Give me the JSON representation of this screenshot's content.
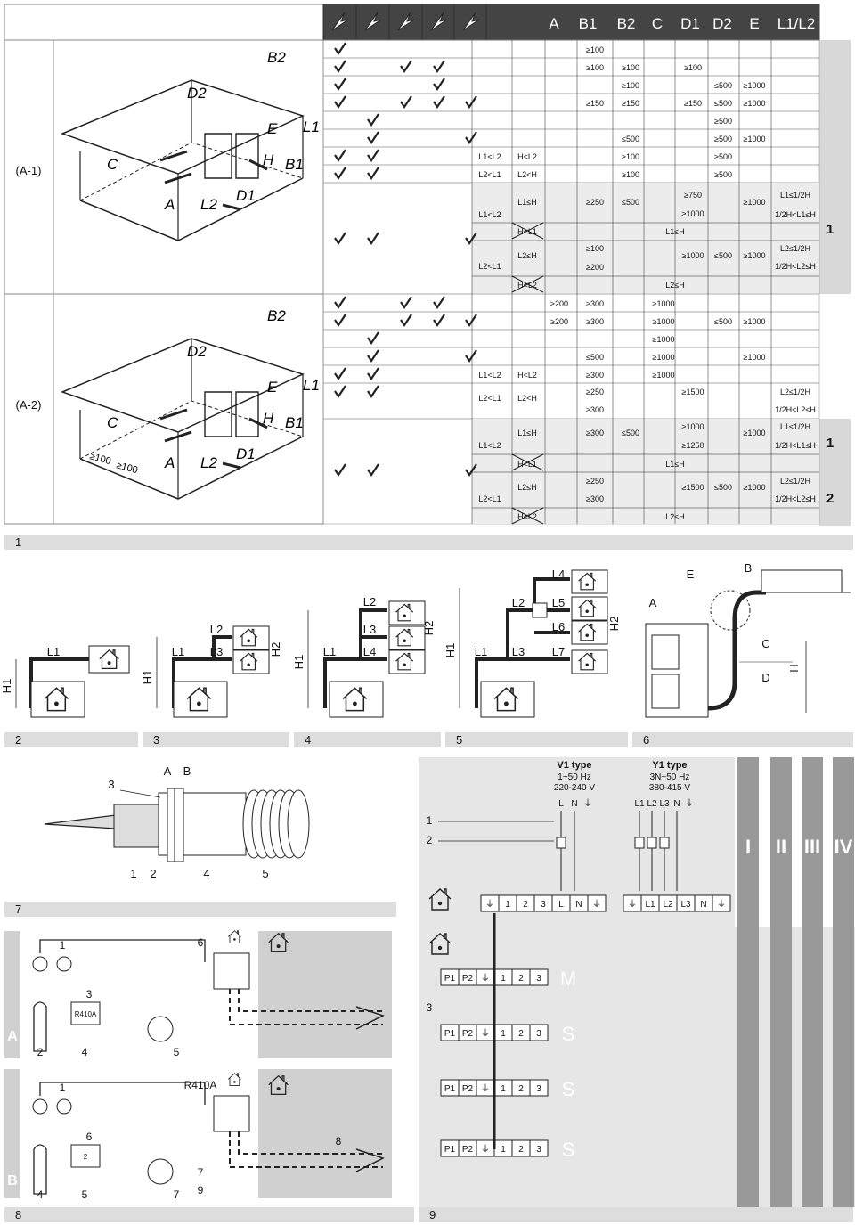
{
  "table": {
    "headers": [
      "A",
      "B1",
      "B2",
      "C",
      "D1",
      "D2",
      "E",
      "L1/L2"
    ],
    "side_tabs": [
      "1",
      "1",
      "2"
    ],
    "row_labels": [
      "(A-1)",
      "(A-2)"
    ],
    "a1_rows": [
      [
        "",
        "",
        "",
        "≥100",
        "",
        "",
        "",
        "",
        ""
      ],
      [
        "",
        "",
        "",
        "≥100",
        "≥100",
        "",
        "≥100",
        "",
        ""
      ],
      [
        "",
        "",
        "",
        "",
        "≥100",
        "",
        "",
        "≤500",
        "≥1000"
      ],
      [
        "",
        "",
        "",
        "≥150",
        "≥150",
        "",
        "≥150",
        "≤500",
        "≥1000"
      ],
      [
        "",
        "",
        "",
        "",
        "",
        "",
        "",
        "≥500",
        ""
      ],
      [
        "",
        "",
        "",
        "",
        "≤500",
        "",
        "",
        "≥500",
        "≥1000"
      ],
      [
        "L1<L2",
        "H<L2",
        "",
        "",
        "≥100",
        "",
        "",
        "≥500",
        ""
      ],
      [
        "L2<L1",
        "L2<H",
        "",
        "",
        "≥100",
        "",
        "",
        "≥500",
        ""
      ]
    ],
    "a1_complex": {
      "r1": {
        "c1": "L1<L2",
        "c2": "L1≤H",
        "v1": "≥250",
        "v2": "≤500",
        "v3": "≥750",
        "v4": "≥1000",
        "v5": "≥1000",
        "last1": "L1≤1/2H",
        "last2": "1/2H<L1≤H"
      },
      "r2": {
        "c2": "H<L1",
        "mid": "L1≤H"
      },
      "r3": {
        "c1": "L2<L1",
        "c2": "L2≤H",
        "v1": "≥100",
        "v2": "≥200",
        "v3": "≥1000",
        "v4": "≤500",
        "v5": "≥1000",
        "last1": "L2≤1/2H",
        "last2": "1/2H<L2≤H"
      },
      "r4": {
        "c2": "H<L2",
        "mid": "L2≤H"
      }
    },
    "a2_rows": [
      [
        "",
        "",
        "",
        "≥200",
        "≥300",
        "",
        "≥1000",
        "",
        ""
      ],
      [
        "",
        "",
        "",
        "≥200",
        "≥300",
        "",
        "≥1000",
        "≤500",
        "≥1000"
      ],
      [
        "",
        "",
        "",
        "",
        "",
        "",
        "≥1000",
        "",
        ""
      ],
      [
        "",
        "",
        "",
        "",
        "≤500",
        "",
        "≥1000",
        "",
        "≥1000"
      ],
      [
        "L1<L2",
        "H<L2",
        "",
        "",
        "≥300",
        "",
        "≥1000",
        "",
        ""
      ]
    ],
    "a2_complex": {
      "r1": {
        "c1": "L2<L1",
        "c2": "L2<H",
        "v1": "≥250",
        "v2": "≥300",
        "v3": "≥1500",
        "last1": "L2≤1/2H",
        "last2": "1/2H<L2≤H"
      },
      "r2": {
        "c1": "L1<L2",
        "c2": "L1≤H",
        "v1": "≥300",
        "v2": "≤500",
        "v3": "≥1000",
        "v4": "≥1250",
        "v5": "≥1000",
        "last1": "L1≤1/2H",
        "last2": "1/2H<L1≤H"
      },
      "r3": {
        "c2": "H<L1",
        "mid": "L1≤H"
      },
      "r4": {
        "c1": "L2<L1",
        "c2": "L2≤H",
        "v1": "≥250",
        "v2": "≥300",
        "v3": "≥1500",
        "v4": "≤500",
        "v5": "≥1000",
        "last1": "L2≤1/2H",
        "last2": "1/2H<L2≤H"
      },
      "r5": {
        "c2": "H<L2",
        "mid": "L2≤H"
      }
    },
    "dim_labels_a1": [
      "B2",
      "D2",
      "E",
      "L1",
      "H",
      "B1",
      "C",
      "L2",
      "D1",
      "A"
    ],
    "dim_labels_a2": [
      "B2",
      "D2",
      "E",
      "L1",
      "H",
      "B1",
      "C",
      "L2",
      "D1",
      "A",
      "≥100",
      "≥100"
    ]
  },
  "figure_numbers": [
    "1",
    "2",
    "3",
    "4",
    "5",
    "6",
    "7",
    "8",
    "9"
  ],
  "fig2": {
    "labels": [
      "L1",
      "H1"
    ]
  },
  "fig3": {
    "labels": [
      "L2",
      "L1",
      "L3",
      "H2",
      "H1"
    ]
  },
  "fig4": {
    "labels": [
      "L2",
      "L3",
      "L1",
      "L4",
      "H2",
      "H1"
    ]
  },
  "fig5": {
    "labels": [
      "L4",
      "L2",
      "L5",
      "L6",
      "L1",
      "L3",
      "L7",
      "H2",
      "H1"
    ]
  },
  "fig6": {
    "labels": [
      "E",
      "B",
      "A",
      "C",
      "D",
      "H"
    ]
  },
  "fig7": {
    "labels": [
      "3",
      "A",
      "B",
      "1",
      "2",
      "4",
      "5"
    ]
  },
  "fig8": {
    "section_a": "A",
    "section_b": "B",
    "labels": [
      "1",
      "3",
      "6",
      "R410A",
      "2",
      "4",
      "5",
      "1",
      "6",
      "R410A",
      "2",
      "4",
      "5",
      "7",
      "8",
      "9"
    ]
  },
  "fig9": {
    "v1_type": "V1 type",
    "v1_spec1": "1~50 Hz",
    "v1_spec2": "220-240 V",
    "y1_type": "Y1 type",
    "y1_spec1": "3N~50 Hz",
    "y1_spec2": "380-415 V",
    "v1_terms": [
      "L",
      "N",
      "⏚"
    ],
    "y1_terms": [
      "L1",
      "L2",
      "L3",
      "N",
      "⏚"
    ],
    "wire_nums": [
      "1",
      "2"
    ],
    "terminal_row1": [
      "⏚",
      "1",
      "2",
      "3"
    ],
    "terminal_row1b": [
      "L",
      "N",
      "⏚"
    ],
    "terminal_row2": [
      "⏚",
      "L1",
      "L2",
      "L3",
      "N",
      "⏚"
    ],
    "roman": [
      "I",
      "II",
      "III",
      "IV"
    ],
    "unit_terms": [
      "P1",
      "P2",
      "⏚",
      "1",
      "2",
      "3"
    ],
    "unit_roles": [
      "M",
      "S",
      "S",
      "S"
    ],
    "side_label": "3"
  }
}
